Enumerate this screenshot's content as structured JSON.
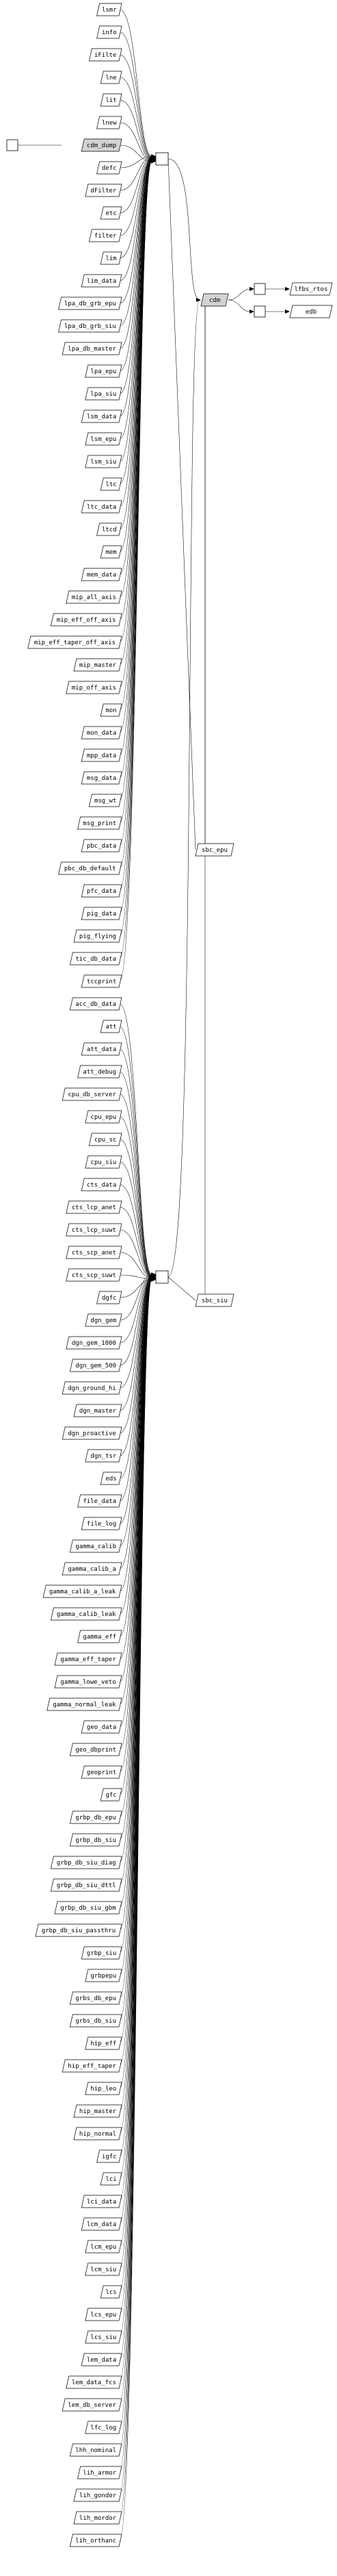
{
  "diagram": {
    "type": "dependency-graph",
    "hubs": [
      {
        "id": "hub-a",
        "label": ""
      },
      {
        "id": "hub-b",
        "label": ""
      }
    ],
    "left_inputs": [
      {
        "id": "in-0",
        "label": "",
        "target": "hub-a"
      }
    ],
    "sources_a": [
      "lsmr",
      "info",
      "iFilte",
      "lne",
      "lit",
      "lnew",
      "cdm_dump",
      "defc",
      "dFilter",
      "etc",
      "filter",
      "lim",
      "lim_data",
      "lpa_db_grb_epu",
      "lpa_db_grb_siu",
      "lpa_db_master",
      "lpa_epu",
      "lpa_siu",
      "lsm_data",
      "lsm_epu",
      "lsm_siu",
      "ltc",
      "ltc_data",
      "ltcd",
      "mem",
      "mem_data",
      "mip_all_axis",
      "mip_eff_off_axis",
      "mip_eff_taper_off_axis",
      "mip_master",
      "mip_off_axis",
      "mon",
      "mon_data",
      "mpp_data",
      "msg_data",
      "msg_wt",
      "msg_print",
      "pbc_data",
      "pbc_db_default",
      "pfc_data",
      "pig_data",
      "pig_flying",
      "tic_db_data",
      "tccprint"
    ],
    "sources_b": [
      "acc_db_data",
      "att",
      "att_data",
      "att_debug",
      "cpu_db_server",
      "cpu_epu",
      "cpu_sc",
      "cpu_siu",
      "cts_data",
      "cts_lcp_anet",
      "cts_lcp_suwt",
      "cts_scp_anet",
      "cts_scp_suwt",
      "dgfc",
      "dgn_gem",
      "dgn_gem_1000",
      "dgn_gem_500",
      "dgn_ground_hi",
      "dgn_master",
      "dgn_proactive",
      "dgn_tsr",
      "eds",
      "file_data",
      "file_log",
      "gamma_calib",
      "gamma_calib_a",
      "gamma_calib_a_leak",
      "gamma_calib_leak",
      "gamma_eff",
      "gamma_eff_taper",
      "gamma_lowe_veto",
      "gamma_normal_leak",
      "geo_data",
      "geo_dbprint",
      "geoprint",
      "gfc",
      "grbp_db_epu",
      "grbp_db_siu",
      "grbp_db_siu_diag",
      "grbp_db_siu_dttl",
      "grbp_db_siu_gbm",
      "grbp_db_siu_passthru",
      "grbp_siu",
      "grbpepu",
      "grbs_db_epu",
      "grbs_db_siu",
      "hip_eff",
      "hip_eff_taper",
      "hip_leo",
      "hip_master",
      "hip_normal",
      "igfc",
      "lci",
      "lci_data",
      "lcm_data",
      "lcm_epu",
      "lcm_siu",
      "lcs",
      "lcs_epu",
      "lcs_siu",
      "lem_data",
      "lem_data_fcs",
      "lem_db_server",
      "lfc_log",
      "lhh_nominal",
      "lih_armor",
      "lih_gondor",
      "lih_mordor",
      "lih_orthanc"
    ],
    "center": {
      "label": "cdm",
      "from": [
        "hub-a",
        "hub-b"
      ]
    },
    "side_labels": [
      {
        "label": "sbc_epu",
        "target": "hub-a"
      },
      {
        "label": "sbc_siu",
        "target": "hub-b"
      }
    ],
    "sinks": [
      {
        "id": "sink-1",
        "label": "",
        "output": "lfbs_rtos"
      },
      {
        "id": "sink-2",
        "label": "",
        "output": "edb"
      }
    ]
  }
}
